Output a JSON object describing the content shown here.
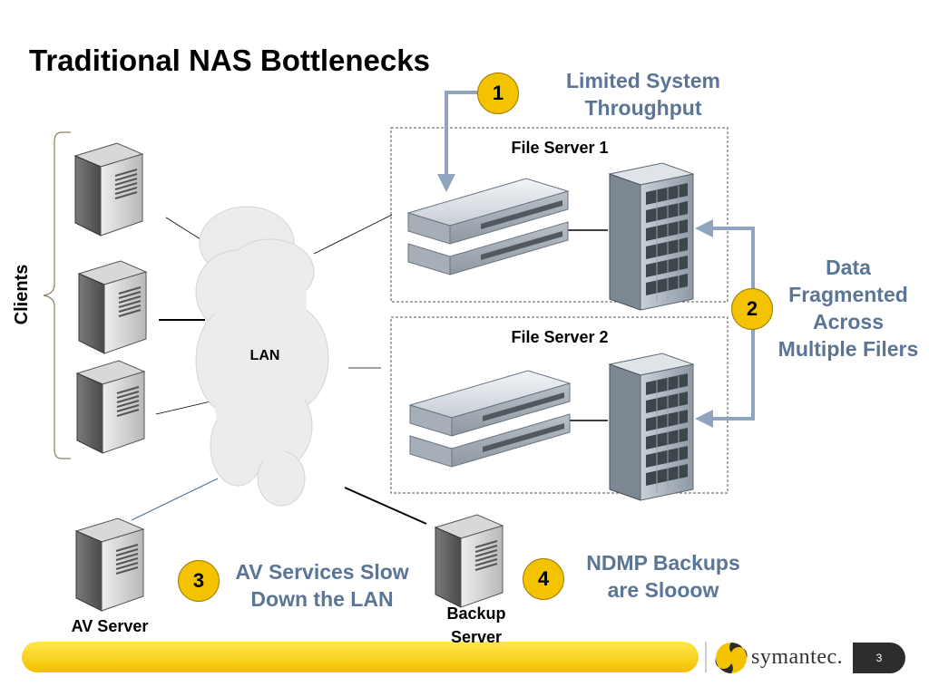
{
  "slide": {
    "title": "Traditional NAS Bottlenecks",
    "page_number": "3",
    "logo_text": "symantec.",
    "footer_bar_color": "#f7d200"
  },
  "network": {
    "lan_label": "LAN",
    "clients_label": "Clients",
    "file_server_1": "File Server 1",
    "file_server_2": "File Server 2",
    "av_server": "AV Server",
    "backup_server_line1": "Backup",
    "backup_server_line2": "Server"
  },
  "callouts": [
    {
      "number": "1",
      "lines": [
        "Limited System",
        "Throughput"
      ]
    },
    {
      "number": "2",
      "lines": [
        "Data",
        "Fragmented",
        "Across",
        "Multiple Filers"
      ]
    },
    {
      "number": "3",
      "lines": [
        "AV Services Slow",
        "Down the LAN"
      ]
    },
    {
      "number": "4",
      "lines": [
        "NDMP Backups",
        "are Slooow"
      ]
    }
  ],
  "colors": {
    "callout_text": "#5a7596",
    "badge_fill": "#f3c300",
    "arrow": "#8fa4bf"
  },
  "icons": [
    "tower-server-icon",
    "rack-server-icon",
    "storage-array-icon",
    "cloud-icon",
    "symantec-logo-icon"
  ]
}
